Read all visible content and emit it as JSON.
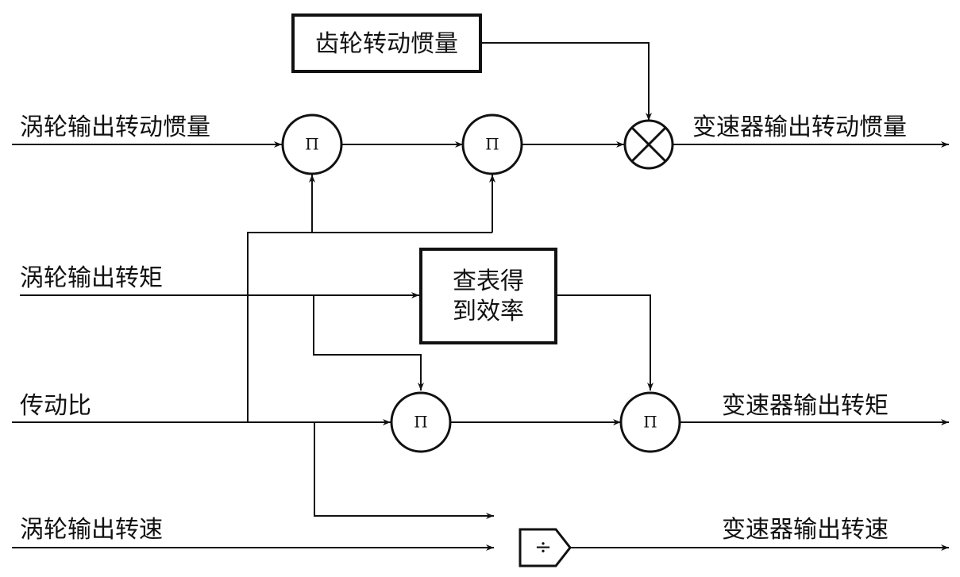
{
  "inputs": {
    "turbine_inertia": "涡轮输出转动惯量",
    "turbine_torque": "涡轮输出转矩",
    "gear_ratio": "传动比",
    "turbine_speed": "涡轮输出转速"
  },
  "outputs": {
    "trans_inertia": "变速器输出转动惯量",
    "trans_torque": "变速器输出转矩",
    "trans_speed": "变速器输出转速"
  },
  "blocks": {
    "gear_inertia": "齿轮转动惯量",
    "efficiency_line1": "查表得",
    "efficiency_line2": "到效率"
  },
  "symbols": {
    "product": "Π",
    "divide": "÷"
  }
}
